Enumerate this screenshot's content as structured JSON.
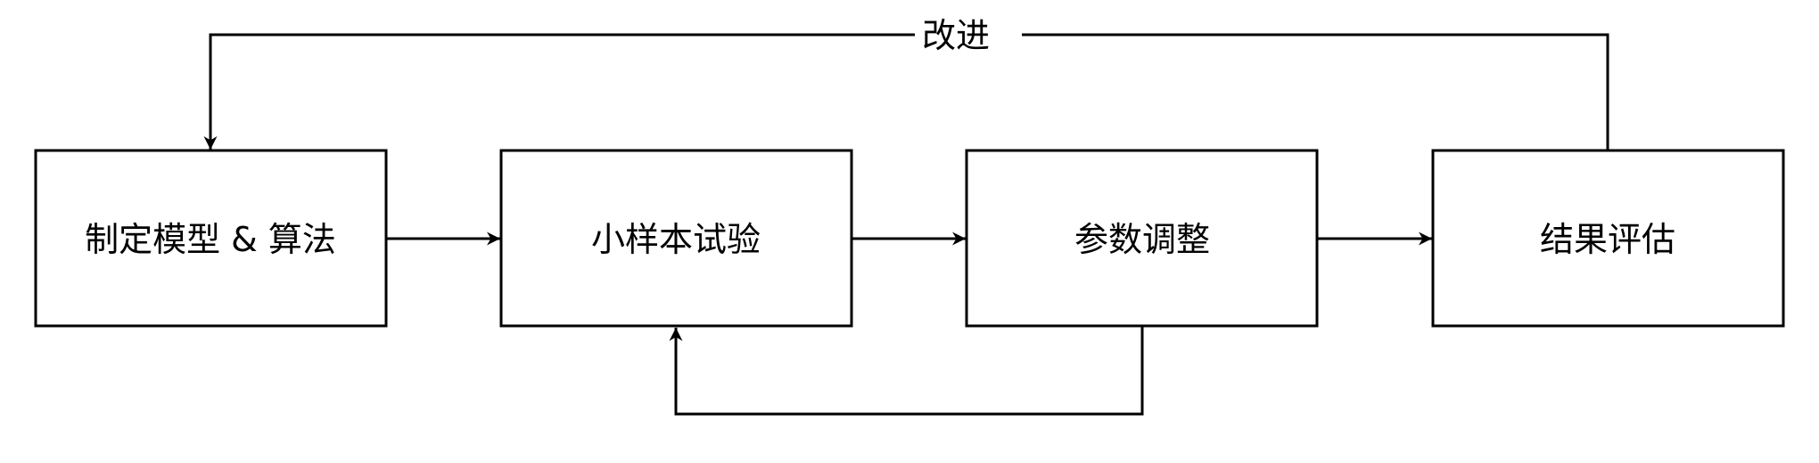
{
  "diagram": {
    "nodes": [
      {
        "id": "model",
        "label": "制定模型 & 算法"
      },
      {
        "id": "trial",
        "label": "小样本试验"
      },
      {
        "id": "tuning",
        "label": "参数调整"
      },
      {
        "id": "eval",
        "label": "结果评估"
      }
    ],
    "edges": [
      {
        "from": "model",
        "to": "trial",
        "label": ""
      },
      {
        "from": "trial",
        "to": "tuning",
        "label": ""
      },
      {
        "from": "tuning",
        "to": "eval",
        "label": ""
      },
      {
        "from": "eval",
        "to": "model",
        "label": "改进"
      },
      {
        "from": "tuning",
        "to": "trial",
        "label": ""
      }
    ]
  }
}
